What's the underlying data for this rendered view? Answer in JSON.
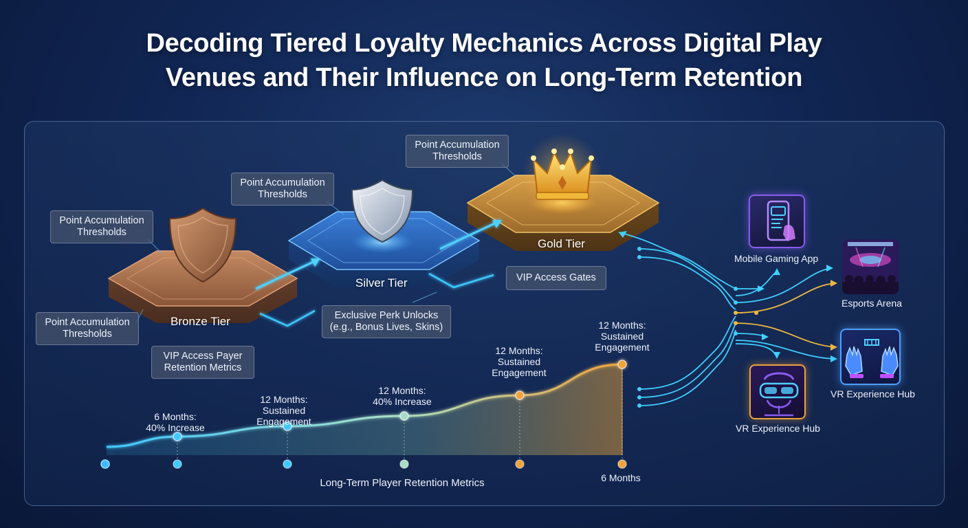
{
  "title": {
    "line1": "Decoding Tiered Loyalty Mechanics Across Digital Play",
    "line2": "Venues and Their Influence on Long-Term Retention"
  },
  "tiers": [
    {
      "label": "Bronze Tier",
      "icon": "shield-icon",
      "color": "#b87a52"
    },
    {
      "label": "Silver Tier",
      "icon": "shield-icon",
      "color": "#4a90e2"
    },
    {
      "label": "Gold Tier",
      "icon": "crown-icon",
      "color": "#e0a83a"
    }
  ],
  "callouts": {
    "threshold_bronze_top": "Point Accumulation Thresholds",
    "threshold_bronze_left": "Point Accumulation Thresholds",
    "threshold_silver": "Point Accumulation Thresholds",
    "threshold_gold": "Point Accumulation Thresholds",
    "vip_retention": "VIP Access Payer Retention Metrics",
    "perk_unlocks": "Exclusive Perk Unlocks (e.g., Bonus Lives, Skins)",
    "vip_gates": "VIP Access Gates"
  },
  "chart_data": {
    "type": "area",
    "xlabel": "Long-Term Player Retention Metrics",
    "axis_end_label": "6 Months",
    "points": [
      {
        "label_line1": "6 Months:",
        "label_line2": "40% Increase"
      },
      {
        "label_line1": "12 Months:",
        "label_line2": "Sustained",
        "label_line3": "Engagement"
      },
      {
        "label_line1": "12 Months:",
        "label_line2": "40% Increase"
      },
      {
        "label_line1": "12 Months:",
        "label_line2": "Sustained",
        "label_line3": "Engagement"
      },
      {
        "label_line1": "12 Months:",
        "label_line2": "Sustained",
        "label_line3": "Engagement"
      }
    ],
    "values": [
      1,
      2,
      3,
      5,
      8
    ]
  },
  "venues": [
    {
      "label": "Mobile Gaming App",
      "icon": "mobile-app-icon"
    },
    {
      "label": "Esports Arena",
      "icon": "esports-arena-icon"
    },
    {
      "label": "VR Experience Hub",
      "icon": "vr-gloves-icon"
    },
    {
      "label": "VR Experience Hub",
      "icon": "vr-headset-icon"
    }
  ],
  "colors": {
    "cyan": "#3fd0ff",
    "gold": "#f0a33a",
    "bronze": "#b87a52",
    "purple": "#8a5cf0"
  }
}
